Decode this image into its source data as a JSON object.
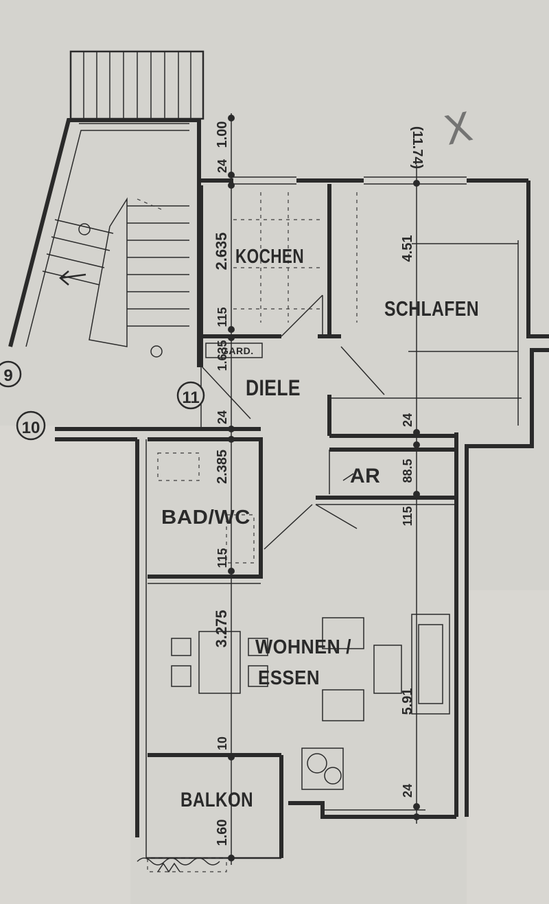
{
  "rooms": {
    "kitchen": "KOCHEN",
    "bedroom": "SCHLAFEN",
    "hall": "DIELE",
    "wardrobe": "GARD.",
    "storage": "AR",
    "bath": "BAD/WC",
    "living_line1": "WOHNEN /",
    "living_line2": "ESSEN",
    "balcony": "BALKON"
  },
  "unit_markers": {
    "m9": "9",
    "m10": "10",
    "m11": "11"
  },
  "dimensions": {
    "d_100": "1.00",
    "d_24_top": "24",
    "d_2635": "2.635",
    "d_115_a": "115",
    "d_1635": "1.635",
    "d_24_diele": "24",
    "d_2385": "2.385",
    "d_115_b": "115",
    "d_3275": "3.275",
    "d_10": "10",
    "d_160": "1.60",
    "d_1174": "(11.74)",
    "d_451": "4.51",
    "d_24_schlafen": "24",
    "d_885": "88.5",
    "d_115_c": "115",
    "d_591": "5.91",
    "d_24_bottom": "24"
  },
  "annotation": {
    "x_mark": "X"
  }
}
